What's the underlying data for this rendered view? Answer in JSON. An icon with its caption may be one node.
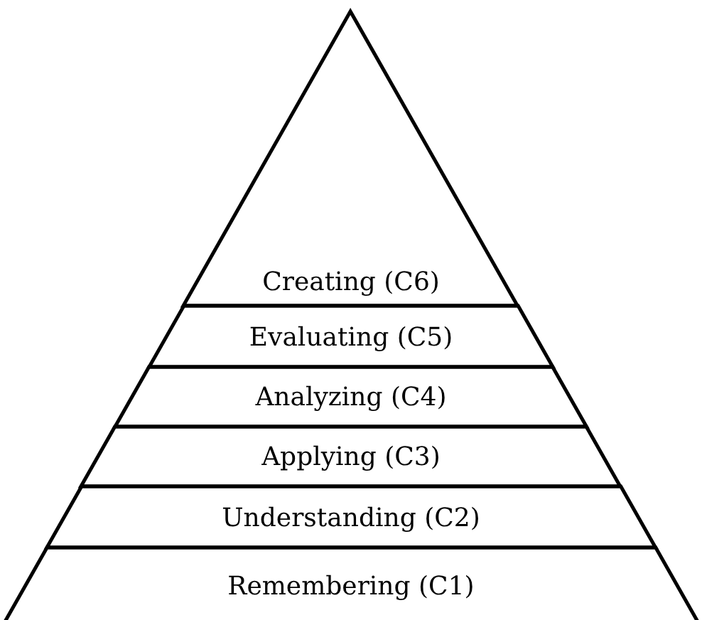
{
  "diagram": {
    "nodes": [
      {
        "text": [
          "Creating (C6)"
        ]
      },
      {
        "text": [
          "Evaluating (C5)"
        ]
      },
      {
        "text": [
          "Analyzing (C4)"
        ]
      },
      {
        "text": [
          "Applying (C3)"
        ]
      },
      {
        "text": [
          "Understanding (C2)"
        ]
      },
      {
        "text": [
          "Remembering (C1)"
        ]
      }
    ]
  }
}
